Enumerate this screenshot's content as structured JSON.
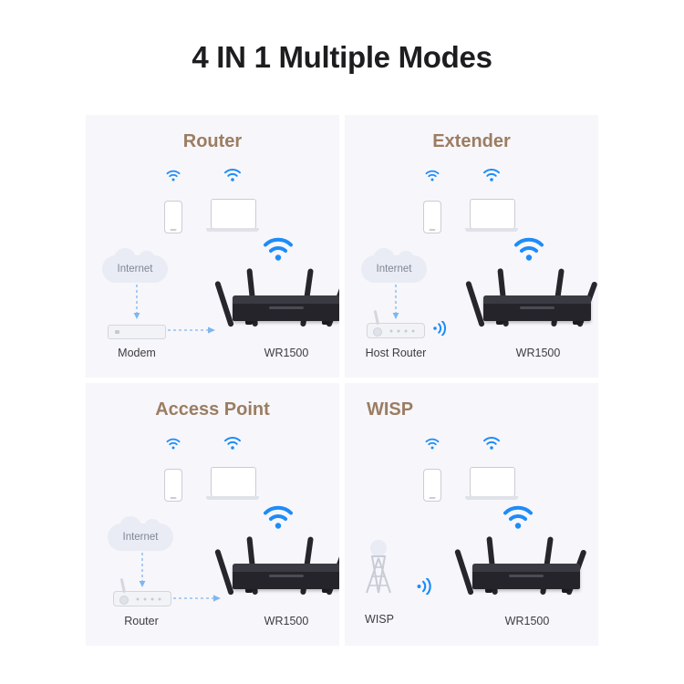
{
  "page": {
    "title": "4 IN 1 Multiple Modes",
    "background": "#ffffff",
    "panel_bg": "#f7f6fa",
    "title_color": "#1d1d1f",
    "panel_title_color": "#9b7d62",
    "wifi_color": "#1d8cf8",
    "device_label_color": "#3d3d42"
  },
  "panels": [
    {
      "title": "Router",
      "source_label": "Modem",
      "source_icon": "modem-icon",
      "cloud_label": "Internet",
      "router_label": "WR1500",
      "clients": [
        {
          "icon": "phone-icon",
          "wifi": true
        },
        {
          "icon": "laptop-icon",
          "wifi": true
        }
      ]
    },
    {
      "title": "Extender",
      "source_label": "Host Router",
      "source_icon": "host-router-icon",
      "cloud_label": "Internet",
      "router_label": "WR1500",
      "clients": [
        {
          "icon": "phone-icon",
          "wifi": true
        },
        {
          "icon": "laptop-icon",
          "wifi": true
        }
      ]
    },
    {
      "title": "Access Point",
      "source_label": "Router",
      "source_icon": "router-icon",
      "cloud_label": "Internet",
      "router_label": "WR1500",
      "clients": [
        {
          "icon": "phone-icon",
          "wifi": true
        },
        {
          "icon": "laptop-icon",
          "wifi": true
        }
      ]
    },
    {
      "title": "WISP",
      "source_label": "WISP",
      "source_icon": "cell-tower-icon",
      "cloud_label": "",
      "router_label": "WR1500",
      "clients": [
        {
          "icon": "phone-icon",
          "wifi": true
        },
        {
          "icon": "laptop-icon",
          "wifi": true
        }
      ]
    }
  ]
}
